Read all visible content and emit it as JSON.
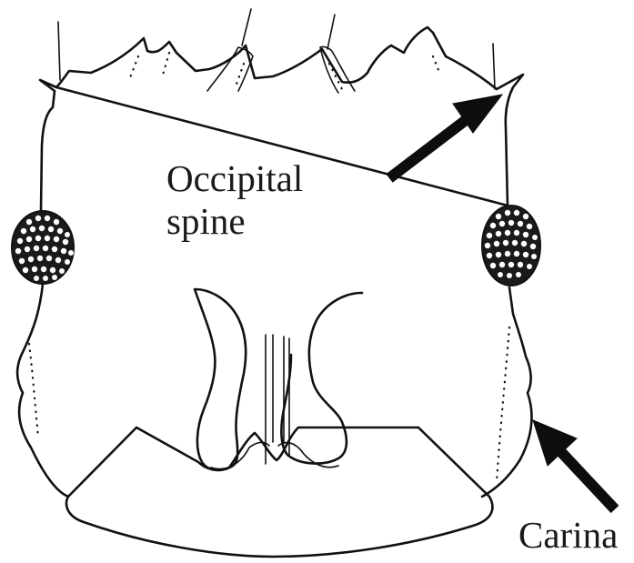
{
  "labels": {
    "occipital_line1": "Occipital",
    "occipital_line2": "spine",
    "carina": "Carina"
  },
  "icons": {
    "occipital_arrow": "arrow-up-right-icon",
    "carina_arrow": "arrow-up-left-icon"
  },
  "colors": {
    "ink": "#111111",
    "background": "#ffffff"
  }
}
